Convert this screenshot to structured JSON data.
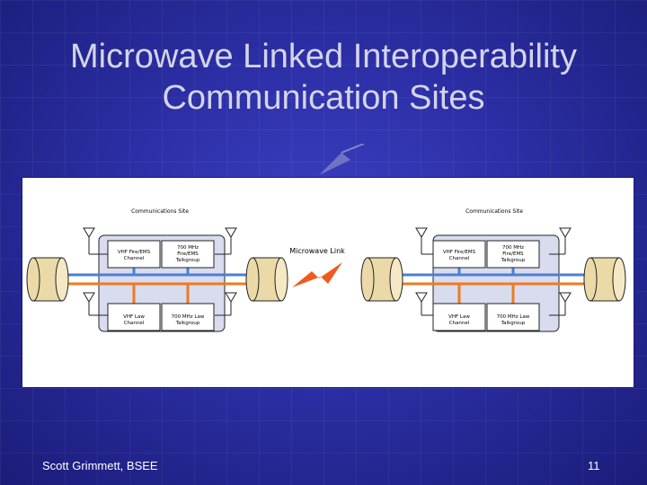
{
  "slide": {
    "title_line1": "Microwave Linked Interoperability",
    "title_line2": "Communication Sites",
    "footer_author": "Scott Grimmett, BSEE",
    "page_number": "11"
  },
  "diagram": {
    "site_left_label": "Communications Site",
    "site_right_label": "Communications Site",
    "link_label": "Microwave Link",
    "left_site": {
      "top_left_box": [
        "VHF Fire/EMS",
        "Channel"
      ],
      "top_right_box": [
        "700 MHz",
        "Fire/EMS",
        "Talkgroup"
      ],
      "bottom_left_box": [
        "VHF Law",
        "Channel"
      ],
      "bottom_right_box": [
        "700 MHz Law",
        "Talkgroup"
      ]
    },
    "right_site": {
      "top_left_box": [
        "VHF Fire/EMS",
        "Channel"
      ],
      "top_right_box": [
        "700 MHz",
        "Fire/EMS",
        "Talkgroup"
      ],
      "bottom_left_box": [
        "VHF Law",
        "Channel"
      ],
      "bottom_right_box": [
        "700 MHz Law",
        "Talkgroup"
      ]
    },
    "colors": {
      "fire_ems_line": "#4a7fd4",
      "law_line": "#f07a1e",
      "site_fill": "#d9dcef",
      "lightning": "#f05a1e"
    }
  }
}
